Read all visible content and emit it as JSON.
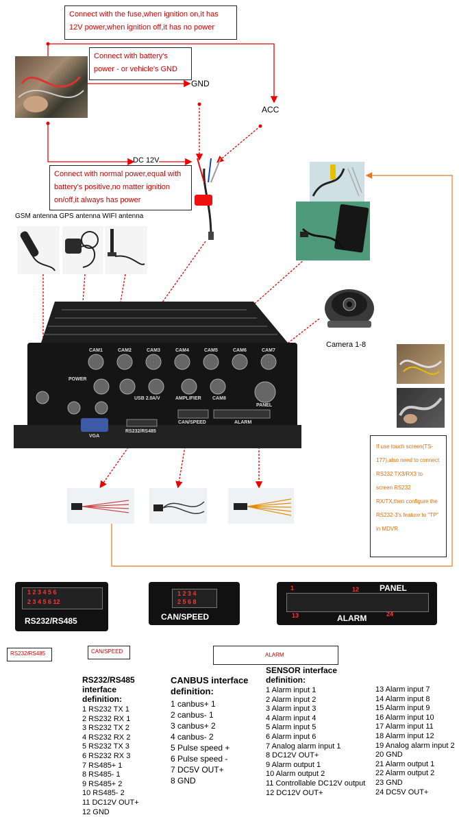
{
  "notes": {
    "fuse": "Connect with the fuse,when ignition on,it has 12V power,when ignition off,it has no power",
    "battery": "Connect with battery's power - or vehicle's GND",
    "normal_power": "Connect with normal power,equal with battery's positive,no matter ignition on/off,it always has power",
    "touch": "If use touch screen(TS-177),also need to connect RS232 TX3/RX3 to screen RS232 RX/TX,then configure the RS232-3's feature to \"TP\" in MDVR"
  },
  "labels": {
    "gnd": "GND",
    "acc": "ACC",
    "dc12v": "DC 12V",
    "antennas": "GSM antenna GPS antenna WIFI antenna",
    "camera": "Camera 1-8"
  },
  "dvr": {
    "cams_top": [
      "CAM1",
      "CAM2",
      "CAM3",
      "CAM4",
      "CAM5",
      "CAM6",
      "CAM7"
    ],
    "power": "POWER",
    "usb": "USB 2.0",
    "av": "A/V",
    "amplifier": "AMPLIFIER",
    "cam8": "CAM8",
    "panel": "PANEL",
    "vga": "VGA",
    "rs": "RS232/RS485",
    "canspeed": "CAN/SPEED",
    "alarm": "ALARM"
  },
  "connectors": {
    "rs_title": "RS232/RS485",
    "can_title": "CAN/SPEED",
    "panel_title": "PANEL",
    "alarm_title": "ALARM",
    "rs_pins_top": "1 2 3 4 5 6",
    "rs_pins_bottom": "2 3 4 5 6 12",
    "can_pins_top": "1 2 3 4",
    "can_pins_bottom": "2 5 6 8",
    "panel_n1": "1",
    "panel_n12": "12",
    "panel_n13": "13",
    "panel_n24": "24"
  },
  "tags": {
    "rs": "RS232/RS485",
    "can": "CAN/SPEED",
    "alarm": "ALARM"
  },
  "definitions": {
    "rs_title": "RS232/RS485 interface definition:",
    "rs_items": [
      "1 RS232 TX 1",
      "2 RS232 RX 1",
      "3 RS232 TX 2",
      "4 RS232 RX 2",
      "5 RS232 TX 3",
      "6 RS232 RX 3",
      "7 RS485+ 1",
      "8 RS485- 1",
      "9 RS485+ 2",
      "10 RS485- 2",
      "11 DC12V OUT+",
      "12 GND"
    ],
    "can_title": "CANBUS interface definition:",
    "can_items": [
      "1 canbus+ 1",
      "2 canbus- 1",
      "3 canbus+ 2",
      "4 canbus- 2",
      "5 Pulse speed +",
      "6 Pulse speed -",
      "7 DC5V OUT+",
      "8 GND"
    ],
    "alarm_title": "SENSOR interface definition:",
    "alarm_items_left": [
      "1 Alarm input 1",
      "2 Alarm input 2",
      "3 Alarm input 3",
      "4 Alarm input 4",
      "5 Alarm input 5",
      "6 Alarm input 6",
      "7 Analog alarm input 1",
      "8 DC12V OUT+",
      "9 Alarm output 1",
      "10 Alarm output 2",
      "11 Controllable DC12V output",
      "12 DC12V OUT+"
    ],
    "alarm_items_right": [
      "13 Alarm input 7",
      "14 Alarm input 8",
      "15 Alarm input 9",
      "16 Alarm input 10",
      "17 Alarm input 11",
      "18 Alarm input 12",
      "19 Analog alarm input 2",
      "20 GND",
      "21 Alarm output 1",
      "22 Alarm output 2",
      "23 GND",
      "24 DC5V OUT+"
    ]
  }
}
